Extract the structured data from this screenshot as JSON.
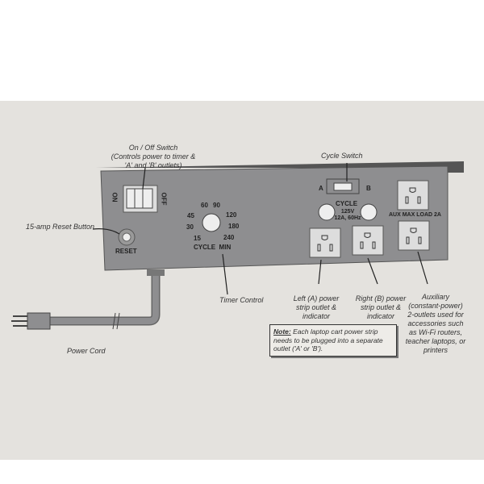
{
  "callouts": {
    "on_off": [
      "On / Off Switch",
      "(Controls power to timer &",
      "'A' and 'B' outlets)"
    ],
    "reset": "15-amp Reset Button",
    "cycle_switch": "Cycle Switch",
    "timer": "Timer Control",
    "power_cord": "Power Cord",
    "left_outlet": [
      "Left (A) power",
      "strip outlet &",
      "indicator"
    ],
    "right_outlet": [
      "Right (B) power",
      "strip outlet &",
      "indicator"
    ],
    "aux": [
      "Auxiliary",
      "(constant-power)",
      "2-outlets used for",
      "accessories such",
      "as Wi-Fi routers,",
      "teacher laptops, or",
      "printers"
    ]
  },
  "panel": {
    "on_label": "ON",
    "off_label": "OFF",
    "reset_label": "RESET",
    "timer_ticks": [
      "60",
      "90",
      "45",
      "120",
      "30",
      "180",
      "15",
      "240"
    ],
    "timer_label": "CYCLE  MIN",
    "switch_a": "A",
    "switch_b": "B",
    "cycle_label": "CYCLE",
    "rating": [
      "125V",
      "12A, 60Hz"
    ],
    "aux_label": "AUX MAX LOAD 2A"
  },
  "note": {
    "title": "Note:",
    "text": "Each laptop cart power strip needs to be plugged into a separate outlet ('A' or 'B')."
  }
}
